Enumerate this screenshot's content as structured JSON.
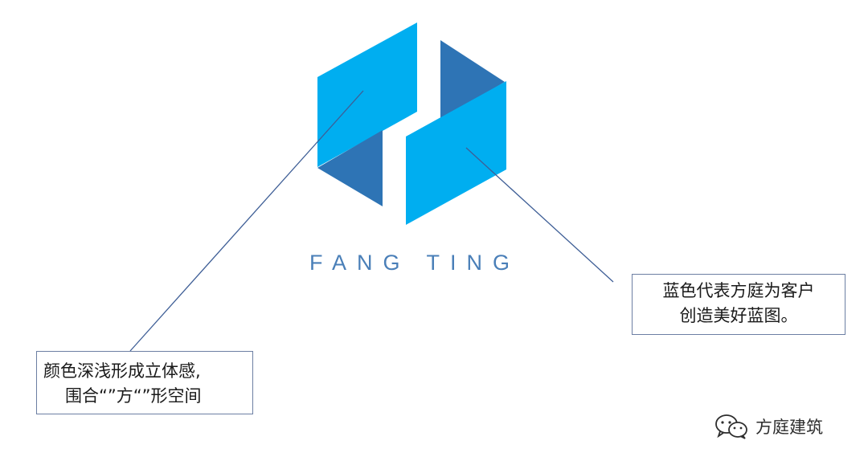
{
  "logo": {
    "wordmark": "FANG TING",
    "colors": {
      "light": "#00aef0",
      "dark": "#2e74b5"
    }
  },
  "callouts": {
    "left": {
      "line1": "颜色深浅形成立体感,",
      "line2": "围合“”方“”形空间"
    },
    "right": {
      "line1": "蓝色代表方庭为客户",
      "line2": "创造美好蓝图。"
    }
  },
  "watermark": {
    "icon": "wechat-icon",
    "label": "方庭建筑"
  }
}
